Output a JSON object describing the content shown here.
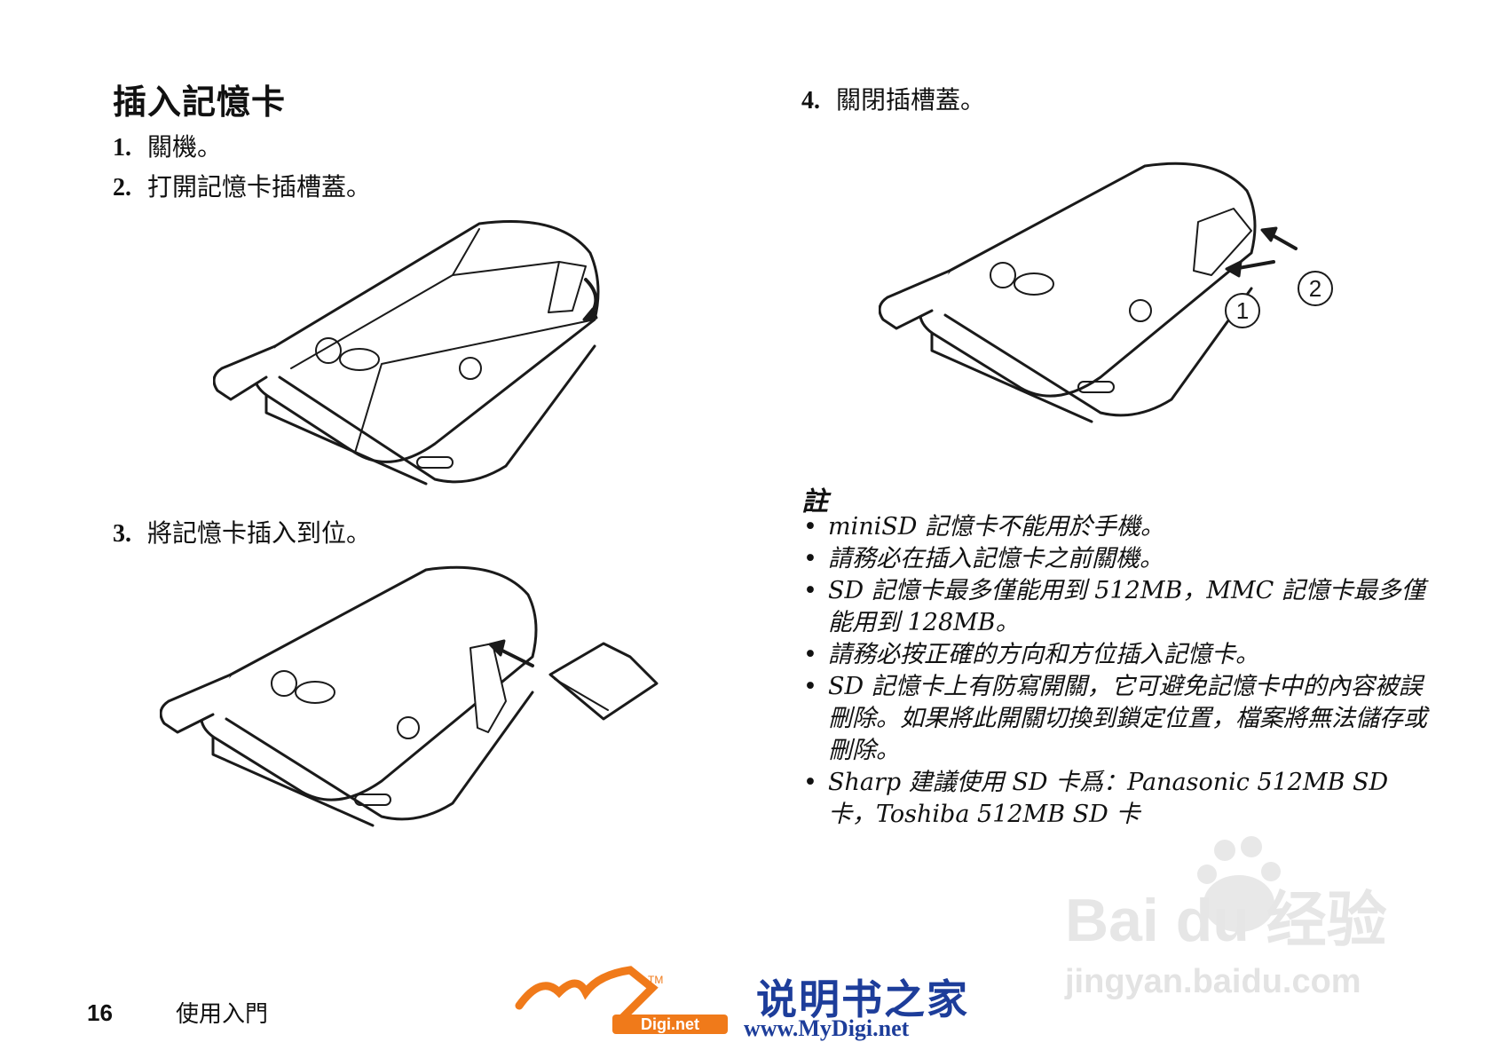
{
  "page": {
    "title": "插入記憶卡",
    "steps": [
      {
        "num": "1.",
        "text": "關機。"
      },
      {
        "num": "2.",
        "text": "打開記憶卡插槽蓋。"
      },
      {
        "num": "3.",
        "text": "將記憶卡插入到位。"
      },
      {
        "num": "4.",
        "text": "關閉插槽蓋。"
      }
    ],
    "figure_labels": {
      "callout_1": "1",
      "callout_2": "2"
    },
    "note": {
      "title": "註",
      "items": [
        "miniSD 記憶卡不能用於手機。",
        "請務必在插入記憶卡之前關機。",
        "SD 記憶卡最多僅能用到 512MB，MMC 記憶卡最多僅能用到 128MB。",
        "請務必按正確的方向和方位插入記憶卡。",
        "SD 記憶卡上有防寫開關，它可避免記憶卡中的內容被誤刪除。如果將此開關切換到鎖定位置，檔案將無法儲存或刪除。",
        "Sharp 建議使用 SD 卡爲：Panasonic 512MB SD 卡，Toshiba 512MB SD 卡"
      ]
    },
    "footer": {
      "page_number": "16",
      "section": "使用入門"
    }
  },
  "watermarks": {
    "mydigi_logo": "My",
    "mydigi_tm": "TM",
    "mydigi_badge": "Digi.net",
    "mydigi_cn": "说明书之家",
    "mydigi_url": "www.MyDigi.net",
    "baidu_logo": "Bai du 经验",
    "baidu_url": "jingyan.baidu.com"
  },
  "colors": {
    "text": "#111111",
    "line": "#1a1a1a",
    "mydigi_orange": "#f07a1a",
    "mydigi_blue": "#1d3d9a",
    "watermark_gray": "#e3e3e3"
  },
  "icons": {
    "bullet": "bullet-dot",
    "arrow": "arrow-icon"
  }
}
